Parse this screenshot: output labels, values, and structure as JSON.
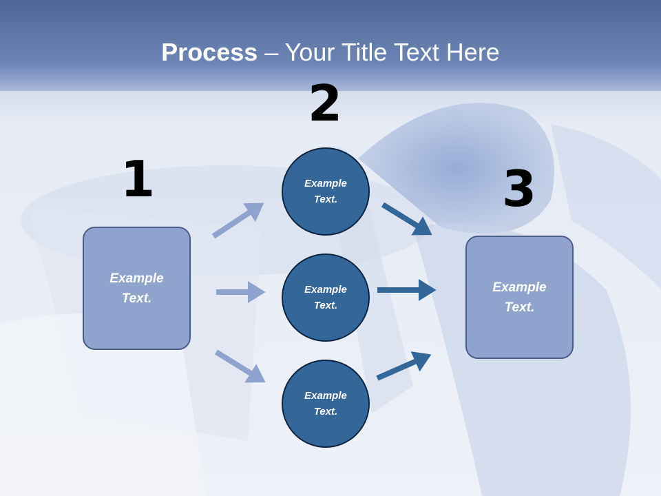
{
  "title": {
    "bold": "Process",
    "rest": " – Your Title Text Here"
  },
  "steps": {
    "one": "1",
    "two": "2",
    "three": "3"
  },
  "left_box": {
    "label": "Example Text."
  },
  "right_box": {
    "label": "Example Text."
  },
  "circles": [
    {
      "label": "Example Text."
    },
    {
      "label": "Example Text."
    },
    {
      "label": "Example Text."
    }
  ],
  "colors": {
    "header": "#5b74a5",
    "box": "#8fa3cc",
    "circle": "#336699",
    "arrow_light": "#8fa3cc",
    "arrow_dark": "#336699"
  }
}
